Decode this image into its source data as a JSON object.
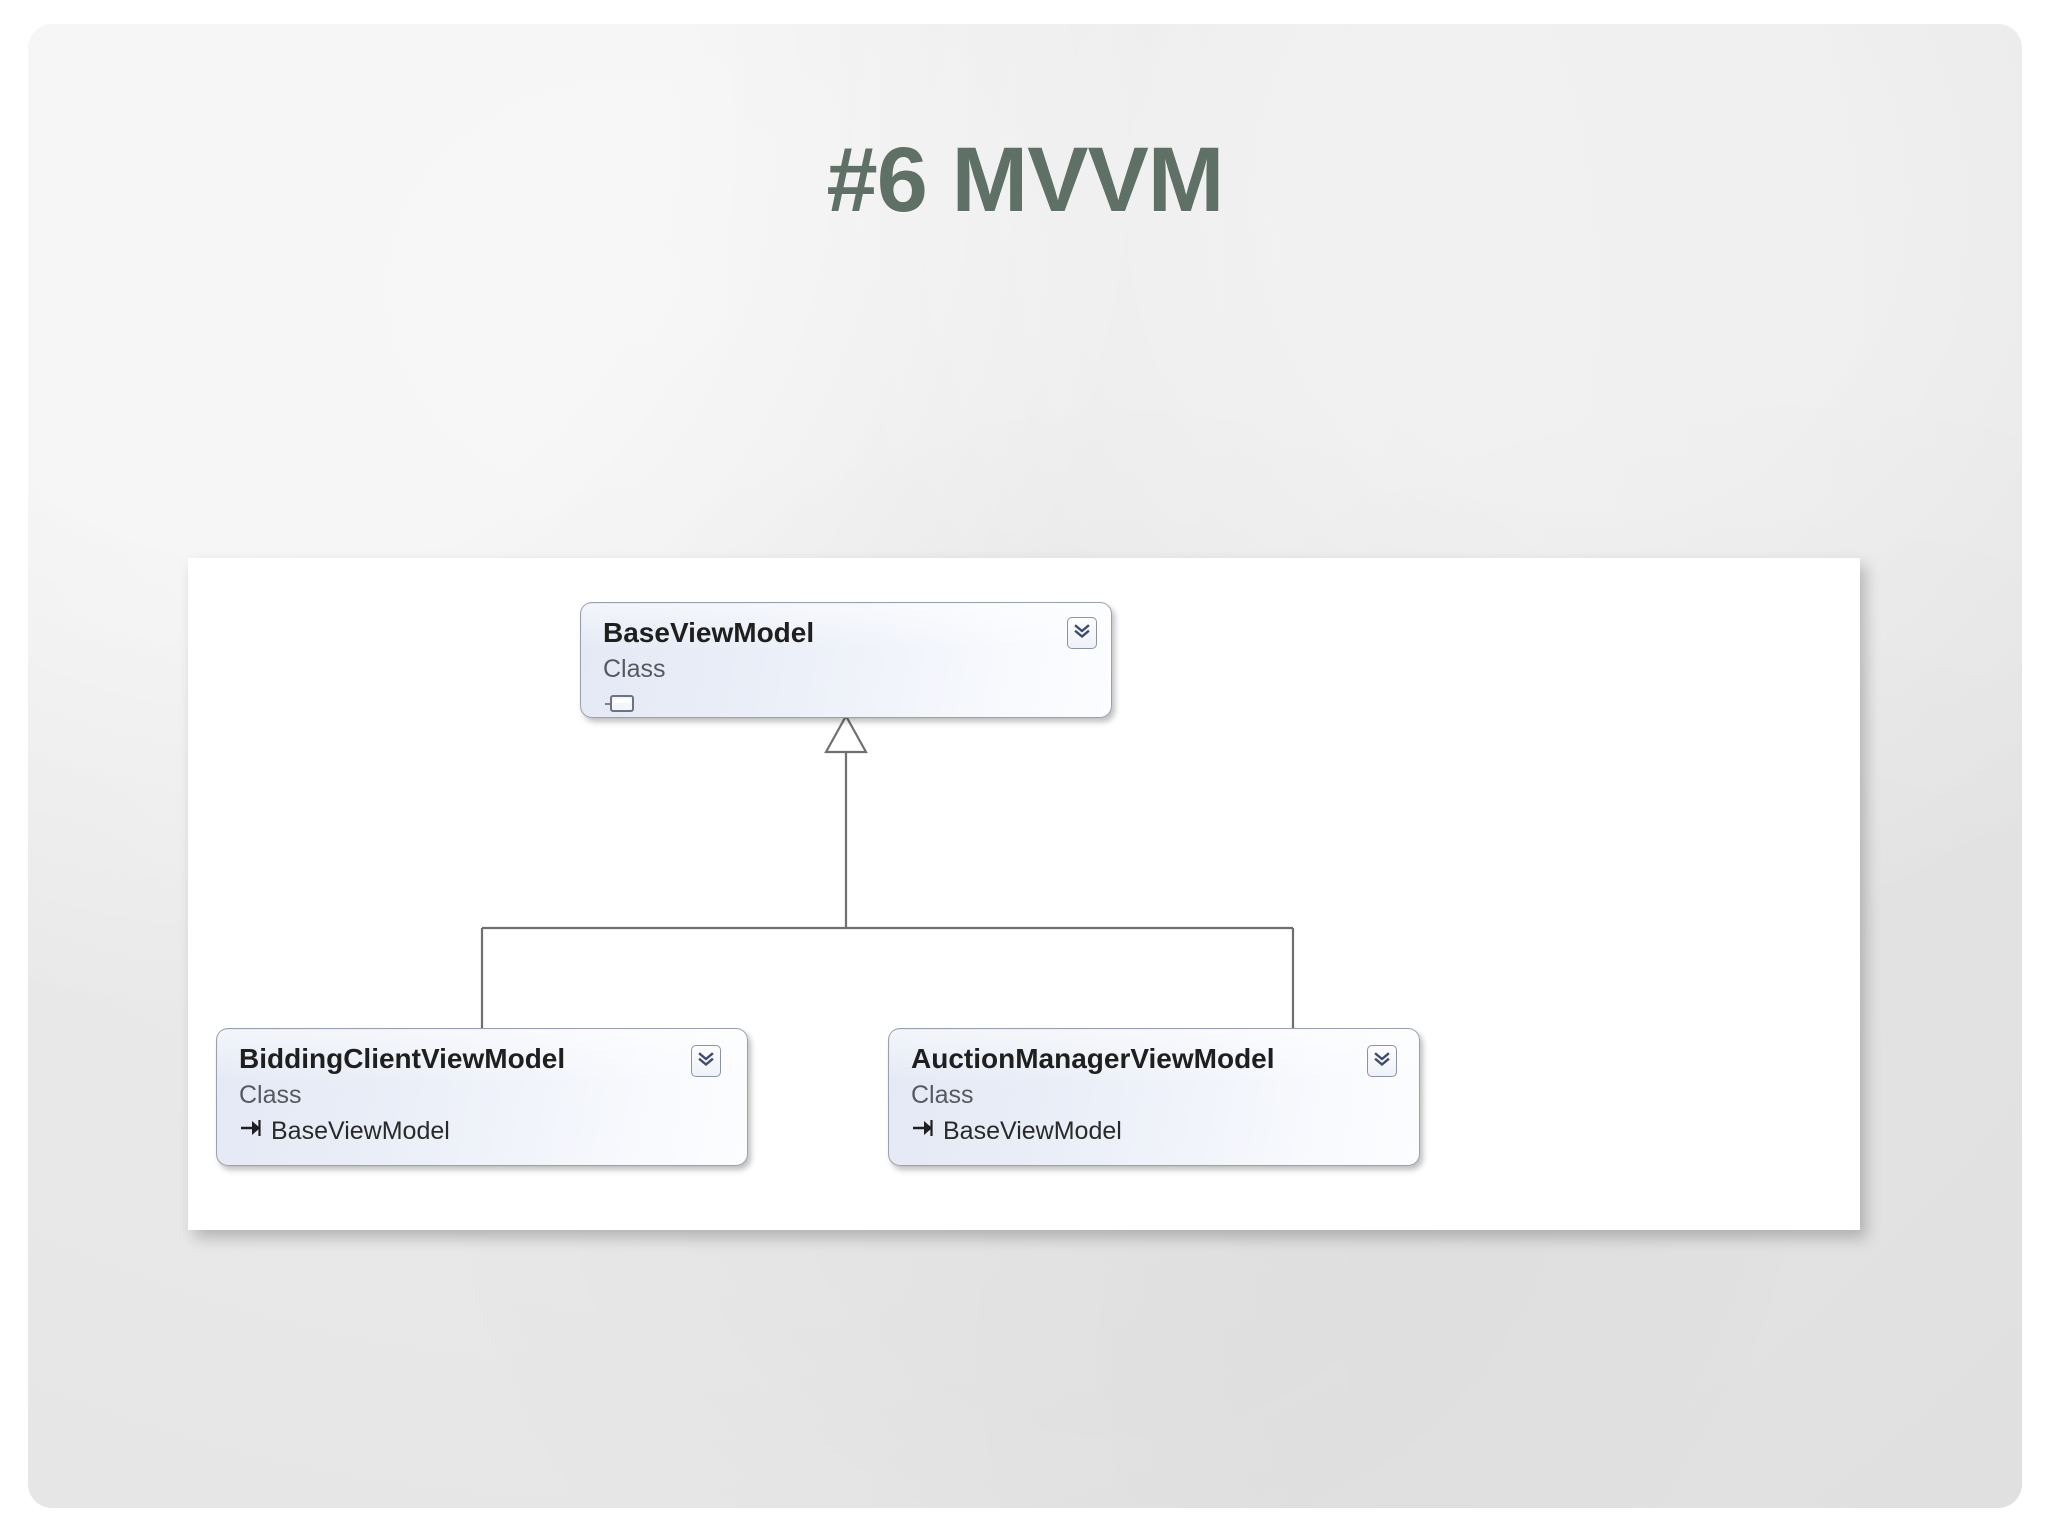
{
  "slide": {
    "title": "#6 MVVM",
    "title_color": "#5f7066",
    "background_color": "#e8e8e8"
  },
  "diagram": {
    "type": "uml-class-diagram",
    "panel_background": "#ffffff",
    "relationship": "generalization",
    "classes": [
      {
        "id": "base",
        "name": "BaseViewModel",
        "kind": "Class",
        "base_class": null,
        "member_icon": "property-icon",
        "expander_icon": "double-chevron-down-icon"
      },
      {
        "id": "bidding",
        "name": "BiddingClientViewModel",
        "kind": "Class",
        "base_class": "BaseViewModel",
        "base_icon": "base-class-arrow-icon",
        "expander_icon": "double-chevron-down-icon"
      },
      {
        "id": "auction",
        "name": "AuctionManagerViewModel",
        "kind": "Class",
        "base_class": "BaseViewModel",
        "base_icon": "base-class-arrow-icon",
        "expander_icon": "double-chevron-down-icon"
      }
    ],
    "connectors": [
      {
        "from": "bidding",
        "to": "base",
        "style": "inheritance-hollow-triangle"
      },
      {
        "from": "auction",
        "to": "base",
        "style": "inheritance-hollow-triangle"
      }
    ],
    "colors": {
      "box_border": "#9aa0ad",
      "box_fill_start": "#e4e9f5",
      "box_fill_end": "#fcfdff",
      "connector_line": "#6f6f6f",
      "title_text": "#1f1f1f",
      "kind_text": "#555a60"
    }
  }
}
